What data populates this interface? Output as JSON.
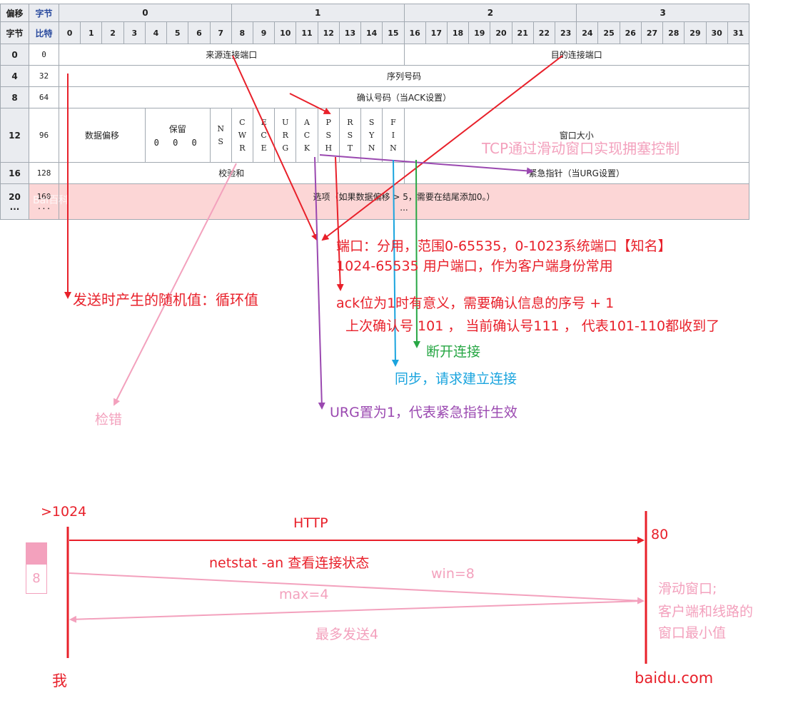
{
  "table": {
    "corner_top_left": "偏移",
    "corner_top_right": "字节",
    "corner_bottom_left": "字节",
    "corner_bottom_right": "比特",
    "byte_headers": [
      "0",
      "1",
      "2",
      "3"
    ],
    "bit_headers": [
      "0",
      "1",
      "2",
      "3",
      "4",
      "5",
      "6",
      "7",
      "8",
      "9",
      "10",
      "11",
      "12",
      "13",
      "14",
      "15",
      "16",
      "17",
      "18",
      "19",
      "20",
      "21",
      "22",
      "23",
      "24",
      "25",
      "26",
      "27",
      "28",
      "29",
      "30",
      "31"
    ],
    "rows": [
      {
        "byte": "0",
        "bit": "0"
      },
      {
        "byte": "4",
        "bit": "32"
      },
      {
        "byte": "8",
        "bit": "64"
      },
      {
        "byte": "12",
        "bit": "96"
      },
      {
        "byte": "16",
        "bit": "128"
      },
      {
        "byte": "20\n...",
        "bit": "160\n..."
      }
    ],
    "fields": {
      "src_port": "来源连接端口",
      "dst_port": "目的连接端口",
      "seq": "序列号码",
      "ack_num": "确认号码（当ACK设置）",
      "data_offset": "数据偏移",
      "reserved": "保留",
      "reserved_bits": "0 0 0",
      "window": "窗口大小",
      "checksum": "校验和",
      "urgent": "紧急指针（当URG设置）",
      "options": "选项（如果数据偏移 > 5，需要在结尾添加0。）",
      "options_more": "..."
    },
    "flags": [
      {
        "name": "ns",
        "letters": [
          "N",
          "S"
        ]
      },
      {
        "name": "cwr",
        "letters": [
          "C",
          "W",
          "R"
        ]
      },
      {
        "name": "ece",
        "letters": [
          "E",
          "C",
          "E"
        ]
      },
      {
        "name": "urg",
        "letters": [
          "U",
          "R",
          "G"
        ]
      },
      {
        "name": "ack",
        "letters": [
          "A",
          "C",
          "K"
        ]
      },
      {
        "name": "psh",
        "letters": [
          "P",
          "S",
          "H"
        ]
      },
      {
        "name": "rst",
        "letters": [
          "R",
          "S",
          "T"
        ]
      },
      {
        "name": "syn",
        "letters": [
          "S",
          "Y",
          "N"
        ]
      },
      {
        "name": "fin",
        "letters": [
          "F",
          "I",
          "N"
        ]
      }
    ],
    "watermark": "Bai百科"
  },
  "annotations": {
    "tcp_window_note": "TCP通过滑动窗口实现拥塞控制",
    "port_line1": "端口：分用，范围0-65535，0-1023系统端口【知名】",
    "port_line2": "1024-65535 用户端口，作为客户端身份常用",
    "seq_note": "发送时产生的随机值：循环值",
    "ack_line1": "ack位为1时有意义，需要确认信息的序号 + 1",
    "ack_line2": "上次确认号 101 ， 当前确认号111 ， 代表101-110都收到了",
    "fin_note": "断开连接",
    "syn_note": "同步，请求建立连接",
    "checksum_note": "检错",
    "urg_note": "URG置为1，代表紧急指针生效"
  },
  "flow": {
    "client_port": ">1024",
    "protocol": "HTTP",
    "server_port": "80",
    "netstat": "netstat -an 查看连接状态",
    "win": "win=8",
    "max": "max=4",
    "buffer_value": "8",
    "sliding_line1": "滑动窗口;",
    "sliding_line2": "客户端和线路的",
    "sliding_line3": "窗口最小值",
    "send_max": "最多发送4",
    "client": "我",
    "server": "baidu.com"
  },
  "colors": {
    "red": "#e8202a",
    "pink": "#f3a1bd",
    "purple": "#9a48b0",
    "blue": "#1aa4de",
    "green": "#28a745",
    "options_row": "#fcd6d6",
    "header_bg": "#eaecf0"
  }
}
